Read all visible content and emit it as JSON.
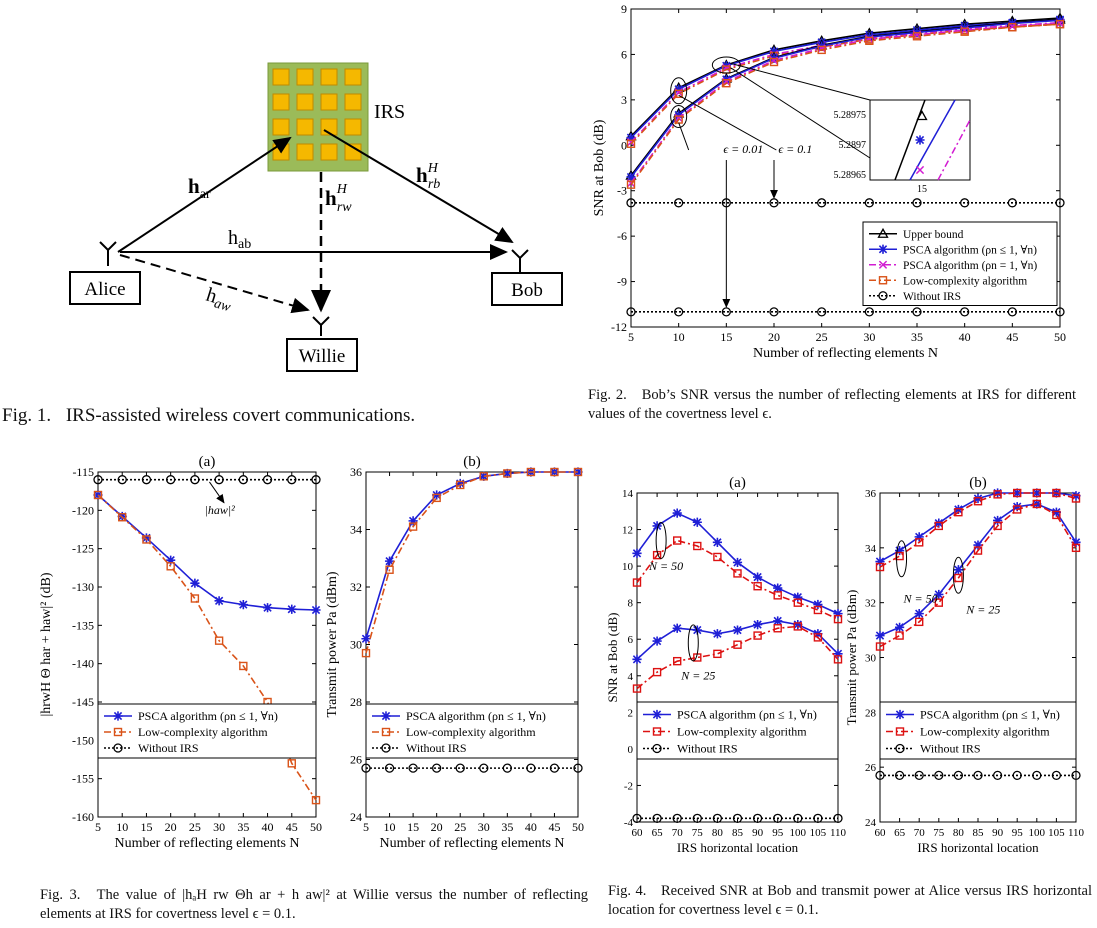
{
  "fig1": {
    "irs_label": "IRS",
    "nodes": {
      "alice": "Alice",
      "bob": "Bob",
      "willie": "Willie"
    },
    "channels": {
      "h_ar": "h",
      "h_ar_sub": "ar",
      "h_rb": "h",
      "h_rb_sub": "rb",
      "h_rb_sup": "H",
      "h_rw": "h",
      "h_rw_sub": "rw",
      "h_rw_sup": "H",
      "h_ab": "h",
      "h_ab_sub": "ab",
      "h_aw": "h",
      "h_aw_sub": "aw"
    }
  },
  "captions": {
    "fig1": {
      "label": "Fig. 1.",
      "text": "IRS-assisted wireless covert communications."
    },
    "fig2": {
      "label": "Fig. 2.",
      "text": "Bob’s SNR versus the number of reflecting elements at IRS for different values of the covertness level ϵ."
    },
    "fig3": {
      "label": "Fig. 3.",
      "text": "The value of |hₐH rw Θh ar + h aw|² at Willie versus the number of reflecting elements at IRS for covertness level ϵ = 0.1."
    },
    "fig4": {
      "label": "Fig. 4.",
      "text": "Received SNR at Bob and transmit power at Alice versus IRS horizontal location for covertness level ϵ = 0.1."
    }
  },
  "chart_data": [
    {
      "id": "fig2",
      "type": "line",
      "title": "",
      "xlabel": "Number of reflecting elements N",
      "ylabel": "SNR at Bob (dB)",
      "x": [
        5,
        10,
        15,
        20,
        25,
        30,
        35,
        40,
        45,
        50
      ],
      "xlim": [
        5,
        50
      ],
      "ylim": [
        -12,
        9
      ],
      "xticks": [
        5,
        10,
        15,
        20,
        25,
        30,
        35,
        40,
        45,
        50
      ],
      "yticks": [
        -12,
        -9,
        -6,
        -3,
        0,
        3,
        6,
        9
      ],
      "legend_position": "bottom-right",
      "series": [
        {
          "name": "Upper bound",
          "color": "#000000",
          "marker": "triangle",
          "dash": "solid",
          "values": [
            0.6,
            3.8,
            5.3,
            6.3,
            6.9,
            7.4,
            7.7,
            8.0,
            8.2,
            8.4
          ]
        },
        {
          "name": "PSCA algorithm (ρn ≤ 1, ∀n)",
          "color": "#1f1fd6",
          "marker": "star",
          "dash": "solid",
          "values": [
            0.5,
            3.7,
            5.25,
            6.2,
            6.8,
            7.3,
            7.6,
            7.9,
            8.1,
            8.3
          ]
        },
        {
          "name": "PSCA algorithm (ρn = 1, ∀n)",
          "color": "#d21cd2",
          "marker": "x",
          "dash": "dashdot",
          "values": [
            0.2,
            3.5,
            5.1,
            6.0,
            6.6,
            7.1,
            7.4,
            7.7,
            7.9,
            8.1
          ]
        },
        {
          "name": "Low-complexity algorithm",
          "color": "#d95319",
          "marker": "square",
          "dash": "dashdot",
          "values": [
            0.1,
            3.4,
            5.0,
            5.9,
            6.5,
            7.0,
            7.3,
            7.6,
            7.8,
            8.0
          ]
        },
        {
          "name": "Without IRS",
          "color": "#000000",
          "marker": "circle",
          "dash": "dotted",
          "values": [
            -3.8,
            -3.8,
            -3.8,
            -3.8,
            -3.8,
            -3.8,
            -3.8,
            -3.8,
            -3.8,
            -3.8
          ]
        },
        {
          "name": "",
          "color": "#000000",
          "marker": "triangle",
          "dash": "solid",
          "values": [
            -2.0,
            2.1,
            4.4,
            5.8,
            6.6,
            7.2,
            7.5,
            7.8,
            8.1,
            8.3
          ]
        },
        {
          "name": "",
          "color": "#1f1fd6",
          "marker": "star",
          "dash": "solid",
          "values": [
            -2.1,
            2.0,
            4.35,
            5.75,
            6.55,
            7.15,
            7.45,
            7.75,
            8.05,
            8.25
          ]
        },
        {
          "name": "",
          "color": "#d21cd2",
          "marker": "x",
          "dash": "dashdot",
          "values": [
            -2.5,
            1.8,
            4.2,
            5.6,
            6.4,
            7.0,
            7.3,
            7.6,
            7.85,
            8.05
          ]
        },
        {
          "name": "",
          "color": "#d95319",
          "marker": "square",
          "dash": "dashdot",
          "values": [
            -2.6,
            1.7,
            4.1,
            5.5,
            6.3,
            6.9,
            7.2,
            7.5,
            7.8,
            8.0
          ]
        },
        {
          "name": "",
          "color": "#000000",
          "marker": "circle",
          "dash": "dotted",
          "values": [
            -11,
            -11,
            -11,
            -11,
            -11,
            -11,
            -11,
            -11,
            -11,
            -11
          ]
        }
      ],
      "annotations": [
        "ϵ = 0.01",
        "ϵ = 0.1"
      ],
      "inset": {
        "yticks": [
          "5.28975",
          "5.2897",
          "5.28965"
        ],
        "xticks": [
          "15"
        ]
      }
    },
    {
      "id": "fig3a",
      "type": "line",
      "title": "(a)",
      "xlabel": "Number of reflecting elements N",
      "ylabel": "|hrwH Θ har + haw|² (dB)",
      "x": [
        5,
        10,
        15,
        20,
        25,
        30,
        35,
        40,
        45,
        50
      ],
      "xlim": [
        5,
        50
      ],
      "ylim": [
        -160,
        -115
      ],
      "xticks": [
        5,
        10,
        15,
        20,
        25,
        30,
        35,
        40,
        45,
        50
      ],
      "yticks": [
        -160,
        -155,
        -150,
        -145,
        -140,
        -135,
        -130,
        -125,
        -120,
        -115
      ],
      "legend_position": "bottom",
      "series": [
        {
          "name": "PSCA algorithm (ρn ≤ 1, ∀n)",
          "color": "#1f1fd6",
          "marker": "star",
          "dash": "solid",
          "values": [
            -118,
            -120.8,
            -123.6,
            -126.5,
            -129.5,
            -131.8,
            -132.3,
            -132.7,
            -132.9,
            -133
          ]
        },
        {
          "name": "Low-complexity algorithm",
          "color": "#d95319",
          "marker": "square",
          "dash": "dashdot",
          "values": [
            -118,
            -120.9,
            -123.8,
            -127.3,
            -131.5,
            -137,
            -140.3,
            -145,
            -153,
            -157.8
          ]
        },
        {
          "name": "Without IRS",
          "color": "#000000",
          "marker": "circle",
          "dash": "dotted",
          "values": [
            -116,
            -116,
            -116,
            -116,
            -116,
            -116,
            -116,
            -116,
            -116,
            -116
          ]
        }
      ],
      "annotations": [
        "|haw|²"
      ]
    },
    {
      "id": "fig3b",
      "type": "line",
      "title": "(b)",
      "xlabel": "Number of reflecting elements N",
      "ylabel": "Transmit power Pa (dBm)",
      "x": [
        5,
        10,
        15,
        20,
        25,
        30,
        35,
        40,
        45,
        50
      ],
      "xlim": [
        5,
        50
      ],
      "ylim": [
        24,
        36
      ],
      "xticks": [
        5,
        10,
        15,
        20,
        25,
        30,
        35,
        40,
        45,
        50
      ],
      "yticks": [
        24,
        26,
        28,
        30,
        32,
        34,
        36
      ],
      "legend_position": "bottom",
      "series": [
        {
          "name": "PSCA algorithm (ρn ≤ 1, ∀n)",
          "color": "#1f1fd6",
          "marker": "star",
          "dash": "solid",
          "values": [
            30.2,
            32.9,
            34.3,
            35.2,
            35.6,
            35.85,
            35.95,
            36,
            36,
            36
          ]
        },
        {
          "name": "Low-complexity algorithm",
          "color": "#d95319",
          "marker": "square",
          "dash": "dashdot",
          "values": [
            29.7,
            32.6,
            34.1,
            35.1,
            35.55,
            35.85,
            35.95,
            36,
            36,
            36
          ]
        },
        {
          "name": "Without IRS",
          "color": "#000000",
          "marker": "circle",
          "dash": "dotted",
          "values": [
            25.7,
            25.7,
            25.7,
            25.7,
            25.7,
            25.7,
            25.7,
            25.7,
            25.7,
            25.7
          ]
        }
      ]
    },
    {
      "id": "fig4a",
      "type": "line",
      "title": "(a)",
      "xlabel": "IRS horizontal location",
      "ylabel": "SNR at Bob (dB)",
      "x": [
        60,
        65,
        70,
        75,
        80,
        85,
        90,
        95,
        100,
        105,
        110
      ],
      "xlim": [
        60,
        110
      ],
      "ylim": [
        -4,
        14
      ],
      "xticks": [
        60,
        65,
        70,
        75,
        80,
        85,
        90,
        95,
        100,
        105,
        110
      ],
      "yticks": [
        -4,
        -2,
        0,
        2,
        4,
        6,
        8,
        10,
        12,
        14
      ],
      "legend_position": "bottom",
      "series": [
        {
          "name": "PSCA algorithm (ρn ≤ 1, ∀n)",
          "color": "#1f1fd6",
          "marker": "star",
          "dash": "solid",
          "values": [
            10.7,
            12.2,
            12.9,
            12.4,
            11.3,
            10.2,
            9.4,
            8.8,
            8.3,
            7.9,
            7.4
          ]
        },
        {
          "name": "Low-complexity algorithm",
          "color": "#dd1111",
          "marker": "square",
          "dash": "dashdot",
          "values": [
            9.1,
            10.6,
            11.4,
            11.1,
            10.5,
            9.6,
            8.9,
            8.4,
            8.0,
            7.6,
            7.1
          ]
        },
        {
          "name": "Without IRS",
          "color": "#000000",
          "marker": "circle",
          "dash": "dotted",
          "values": [
            -3.8,
            -3.8,
            -3.8,
            -3.8,
            -3.8,
            -3.8,
            -3.8,
            -3.8,
            -3.8,
            -3.8,
            -3.8
          ]
        },
        {
          "name": "",
          "color": "#1f1fd6",
          "marker": "star",
          "dash": "solid",
          "values": [
            4.9,
            5.9,
            6.6,
            6.5,
            6.3,
            6.5,
            6.8,
            7.0,
            6.8,
            6.3,
            5.2
          ]
        },
        {
          "name": "",
          "color": "#dd1111",
          "marker": "square",
          "dash": "dashdot",
          "values": [
            3.3,
            4.2,
            4.8,
            5.0,
            5.2,
            5.7,
            6.2,
            6.6,
            6.7,
            6.1,
            4.9
          ]
        }
      ],
      "annotations": [
        "N = 50",
        "N = 25"
      ]
    },
    {
      "id": "fig4b",
      "type": "line",
      "title": "(b)",
      "xlabel": "IRS horizontal location",
      "ylabel": "Transmit power Pa (dBm)",
      "x": [
        60,
        65,
        70,
        75,
        80,
        85,
        90,
        95,
        100,
        105,
        110
      ],
      "xlim": [
        60,
        110
      ],
      "ylim": [
        24,
        36
      ],
      "xticks": [
        60,
        65,
        70,
        75,
        80,
        85,
        90,
        95,
        100,
        105,
        110
      ],
      "yticks": [
        24,
        26,
        28,
        30,
        32,
        34,
        36
      ],
      "legend_position": "bottom",
      "series": [
        {
          "name": "PSCA algorithm (ρn ≤ 1, ∀n)",
          "color": "#1f1fd6",
          "marker": "star",
          "dash": "solid",
          "values": [
            33.5,
            33.9,
            34.4,
            34.9,
            35.4,
            35.8,
            36,
            36,
            36,
            36,
            35.9
          ]
        },
        {
          "name": "Low-complexity algorithm",
          "color": "#dd1111",
          "marker": "square",
          "dash": "dashdot",
          "values": [
            33.3,
            33.7,
            34.2,
            34.8,
            35.3,
            35.7,
            35.95,
            36,
            36,
            36,
            35.8
          ]
        },
        {
          "name": "Without IRS",
          "color": "#000000",
          "marker": "circle",
          "dash": "dotted",
          "values": [
            25.7,
            25.7,
            25.7,
            25.7,
            25.7,
            25.7,
            25.7,
            25.7,
            25.7,
            25.7,
            25.7
          ]
        },
        {
          "name": "",
          "color": "#1f1fd6",
          "marker": "star",
          "dash": "solid",
          "values": [
            30.8,
            31.1,
            31.6,
            32.3,
            33.2,
            34.1,
            35.0,
            35.5,
            35.6,
            35.3,
            34.2
          ]
        },
        {
          "name": "",
          "color": "#dd1111",
          "marker": "square",
          "dash": "dashdot",
          "values": [
            30.4,
            30.8,
            31.3,
            32.0,
            32.9,
            33.9,
            34.8,
            35.4,
            35.6,
            35.2,
            34.0
          ]
        }
      ],
      "annotations": [
        "N = 50",
        "N = 25"
      ]
    }
  ]
}
